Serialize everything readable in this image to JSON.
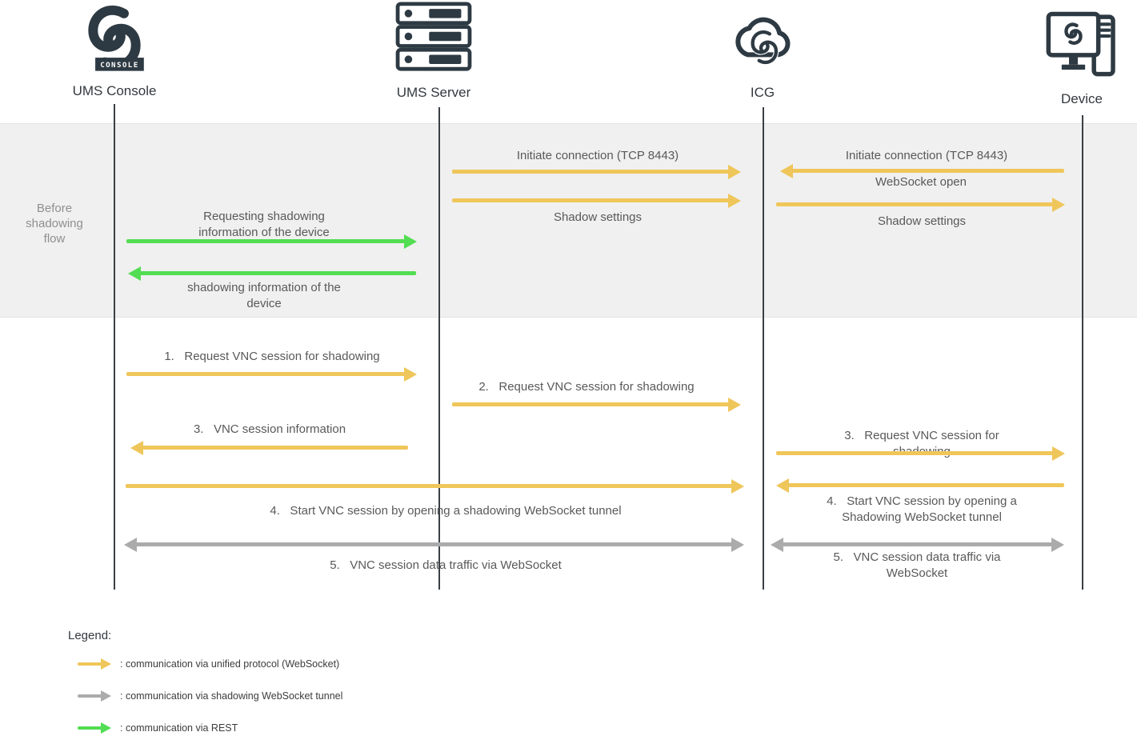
{
  "actors": [
    {
      "label": "UMS Console"
    },
    {
      "label": "UMS Server"
    },
    {
      "label": "ICG"
    },
    {
      "label": "Device"
    }
  ],
  "console_badge": "CONSOLE",
  "phase": {
    "label": "Before\nshadowing\nflow"
  },
  "messages": {
    "requesting_shadowing_info": "Requesting shadowing\ninformation of the device",
    "shadowing_info": "shadowing information of the\ndevice",
    "initiate_connection_mid": "Initiate connection (TCP 8443)",
    "shadow_settings_mid": "Shadow settings",
    "initiate_connection_right": "Initiate connection (TCP 8443)",
    "websocket_open": "WebSocket open",
    "shadow_settings_right": "Shadow settings",
    "step1": "1.   Request VNC session for shadowing",
    "step2": "2.   Request VNC session for shadowing",
    "step3_info": "3.   VNC session information",
    "step3_request": "3.   Request VNC session for shadowing",
    "step4_long": "4.   Start VNC session by opening a shadowing WebSocket tunnel",
    "step4_right": "4.   Start VNC session by opening a\nShadowing WebSocket tunnel",
    "step5_long": "5.   VNC session data traffic via WebSocket",
    "step5_right": "5.   VNC session data traffic via\nWebSocket"
  },
  "legend": {
    "title": "Legend:",
    "items": [
      {
        "color": "#efc65a",
        "label": ": communication via unified protocol (WebSocket)"
      },
      {
        "color": "#ababab",
        "label": ": communication via shadowing WebSocket tunnel"
      },
      {
        "color": "#52dd52",
        "label": ": communication via REST"
      }
    ]
  },
  "colors": {
    "unified_protocol_arrow": "#efc65a",
    "websocket_tunnel_arrow": "#ababab",
    "rest_arrow": "#52dd52",
    "icon_ink": "#2e3a43",
    "phase_band": "#f0f0f0"
  }
}
